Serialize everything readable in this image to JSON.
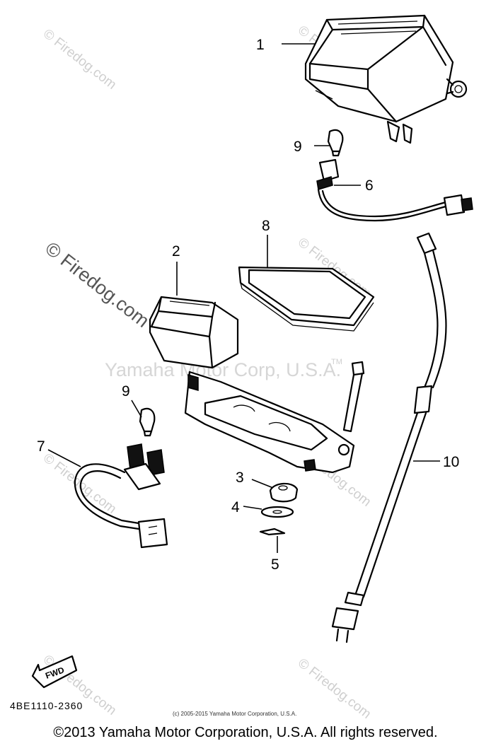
{
  "callouts": [
    {
      "label": "1"
    },
    {
      "label": "2"
    },
    {
      "label": "3"
    },
    {
      "label": "4"
    },
    {
      "label": "5"
    },
    {
      "label": "6"
    },
    {
      "label": "7"
    },
    {
      "label": "8"
    },
    {
      "label": "9"
    },
    {
      "label": "9"
    },
    {
      "label": "10"
    }
  ],
  "watermarks": {
    "firedog": "© Firedog.com",
    "yamaha": "Yamaha Motor Corp, U.S.A.",
    "tm": "TM"
  },
  "direction_arrow": "FWD",
  "diagram_code": "4BE1110-2360",
  "small_copyright": "(c) 2005-2015 Yamaha Motor Corporation, U.S.A.",
  "footer": "©2013 Yamaha Motor Corporation, U.S.A. All rights reserved."
}
